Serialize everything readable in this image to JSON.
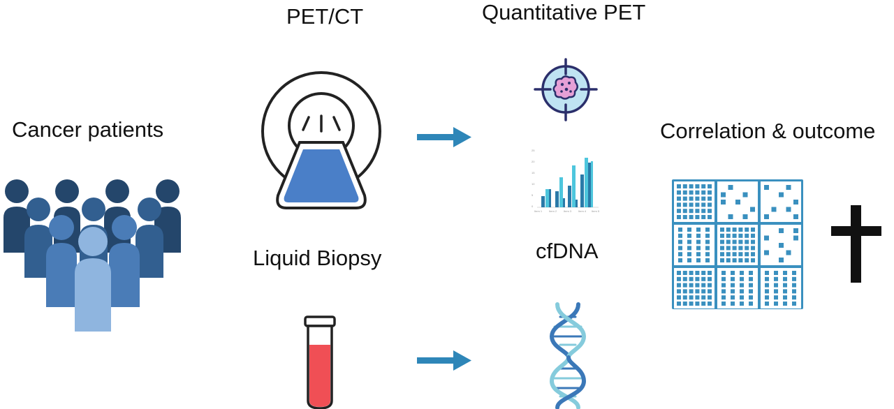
{
  "labels": {
    "cancer_patients": "Cancer patients",
    "pet_ct": "PET/CT",
    "liquid_biopsy": "Liquid Biopsy",
    "quantitative_pet": "Quantitative PET",
    "cfdna": "cfDNA",
    "correlation_outcome": "Correlation & outcome"
  },
  "mini_chart": {
    "y_ticks": [
      "25",
      "20",
      "15",
      "10",
      "5",
      "0"
    ],
    "categories": [
      "Item 1",
      "Item 2",
      "Item 3",
      "Item 4",
      "Item 5"
    ]
  },
  "colors": {
    "arrow": "#2e86b8",
    "people_dark": "#24466b",
    "people_mid": "#325f90",
    "people_light": "#4a7cb7",
    "people_lightest": "#8fb5df",
    "scanner_fill": "#4a7fc8",
    "blood": "#f04f55",
    "grid_blue": "#3a90bf",
    "target_fill": "#bfe3f2",
    "tumor_pink": "#e6a0d6",
    "dna_dark": "#3b78b8",
    "dna_light": "#85cbdc",
    "cross": "#111111"
  },
  "icons": [
    "people-group-icon",
    "pet-scanner-icon",
    "blood-tube-icon",
    "target-tumor-icon",
    "bar-chart-icon",
    "dna-icon",
    "heatmap-grid-icon",
    "cross-icon"
  ]
}
